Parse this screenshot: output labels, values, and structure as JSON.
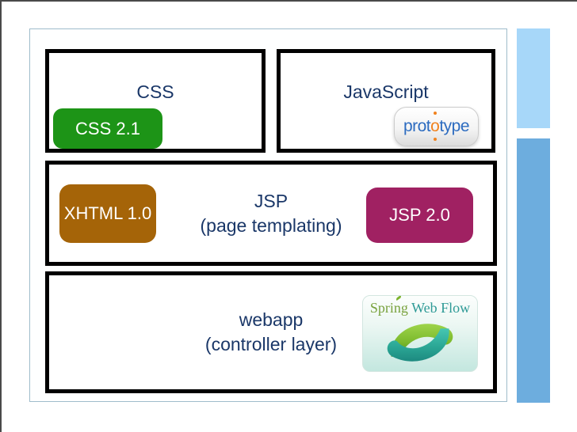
{
  "boxes": {
    "css": {
      "title": "CSS",
      "badge": "CSS 2.1"
    },
    "javascript": {
      "title": "JavaScript"
    },
    "jsp": {
      "line1": "JSP",
      "line2": "(page templating)",
      "left_badge": "XHTML 1.0",
      "right_badge": "JSP 2.0"
    },
    "webapp": {
      "line1": "webapp",
      "line2": "(controller layer)"
    }
  },
  "logos": {
    "prototype": {
      "pre": "prot",
      "o": "o",
      "post": "type"
    },
    "spring_web_flow": {
      "word1": "Spring",
      "word2": " Web Flow"
    }
  },
  "colors": {
    "navy_text": "#1a3768",
    "green_badge": "#1d9417",
    "brown_badge": "#a56408",
    "magenta_badge": "#a02162",
    "bar_light": "#a7d7f9",
    "bar_dark": "#6dadde",
    "slide_border": "#9fbccb",
    "edge_dark": "#4a4a4a",
    "box_border": "#000000",
    "prototype_blue": "#2d6cc0",
    "prototype_orange": "#f0821e",
    "spring_green": "#79a23e",
    "webflow_teal": "#2e9a96",
    "swoosh_green": "#6fae2a",
    "swoosh_teal": "#2aa695"
  }
}
